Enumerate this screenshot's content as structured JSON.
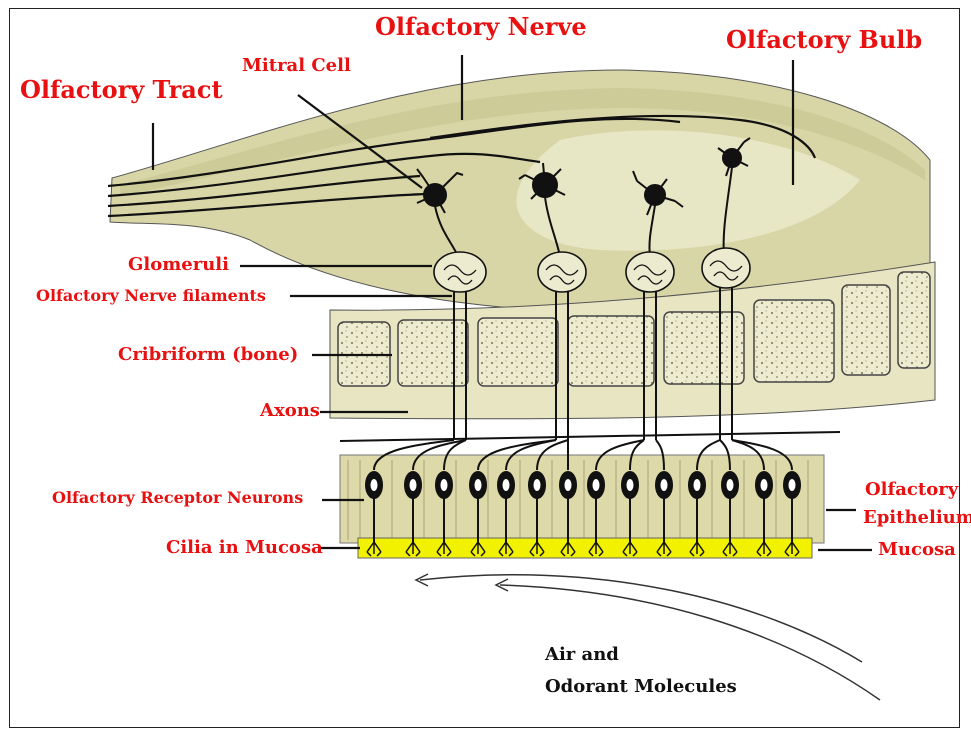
{
  "labels": {
    "olfactory_tract": "Olfactory Tract",
    "mitral_cell": "Mitral Cell",
    "olfactory_nerve": "Olfactory Nerve",
    "olfactory_bulb": "Olfactory Bulb",
    "glomeruli": "Glomeruli",
    "nerve_filaments": "Olfactory Nerve filaments",
    "cribriform": "Cribriform (bone)",
    "axons": "Axons",
    "receptor_neurons": "Olfactory Receptor Neurons",
    "cilia": "Cilia in Mucosa",
    "epithelium_line1": "Olfactory",
    "epithelium_line2": "Epithelium",
    "mucosa": "Mucosa",
    "air_line1": "Air and",
    "air_line2": "Odorant Molecules"
  },
  "colors": {
    "label_red": "#e81010",
    "bulb_fill": "#d8d6a6",
    "bone_fill": "#e7e5c2",
    "epithelium_fill": "#ddd9a8",
    "mucosa_yellow": "#f2f200",
    "line": "#111111"
  }
}
